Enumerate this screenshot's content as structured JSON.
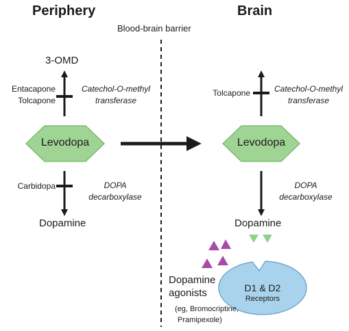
{
  "headers": {
    "periphery": "Periphery",
    "brain": "Brain"
  },
  "barrier_label": "Blood-brain barrier",
  "periphery": {
    "top_product": "3-OMD",
    "inhibitors_top": [
      "Entacapone",
      "Tolcapone"
    ],
    "enzyme_top": [
      "Catechol-O-methyl",
      "transferase"
    ],
    "center_label": "Levodopa",
    "inhibitor_bottom": "Carbidopa",
    "enzyme_bottom": [
      "DOPA",
      "decarboxylase"
    ],
    "bottom_product": "Dopamine"
  },
  "brain": {
    "inhibitor_top": "Tolcapone",
    "enzyme_top": [
      "Catechol-O-methyl",
      "transferase"
    ],
    "center_label": "Levodopa",
    "enzyme_bottom": [
      "DOPA",
      "decarboxylase"
    ],
    "product": "Dopamine",
    "agonists_title": [
      "Dopamine",
      "agonists"
    ],
    "agonists_examples": [
      "(eg, Bromocriptine,",
      "Pramipexole)"
    ],
    "receptor_label": [
      "D1 & D2",
      "Receptors"
    ]
  },
  "colors": {
    "hexagon_fill": "#9fd494",
    "hexagon_stroke": "#7cbb72",
    "receptor_fill": "#a9d3ec",
    "receptor_stroke": "#6fa9cf",
    "agonist_triangle": "#a64ca6",
    "dopamine_triangle": "#8fd08a",
    "arrow": "#1a1a1a"
  }
}
